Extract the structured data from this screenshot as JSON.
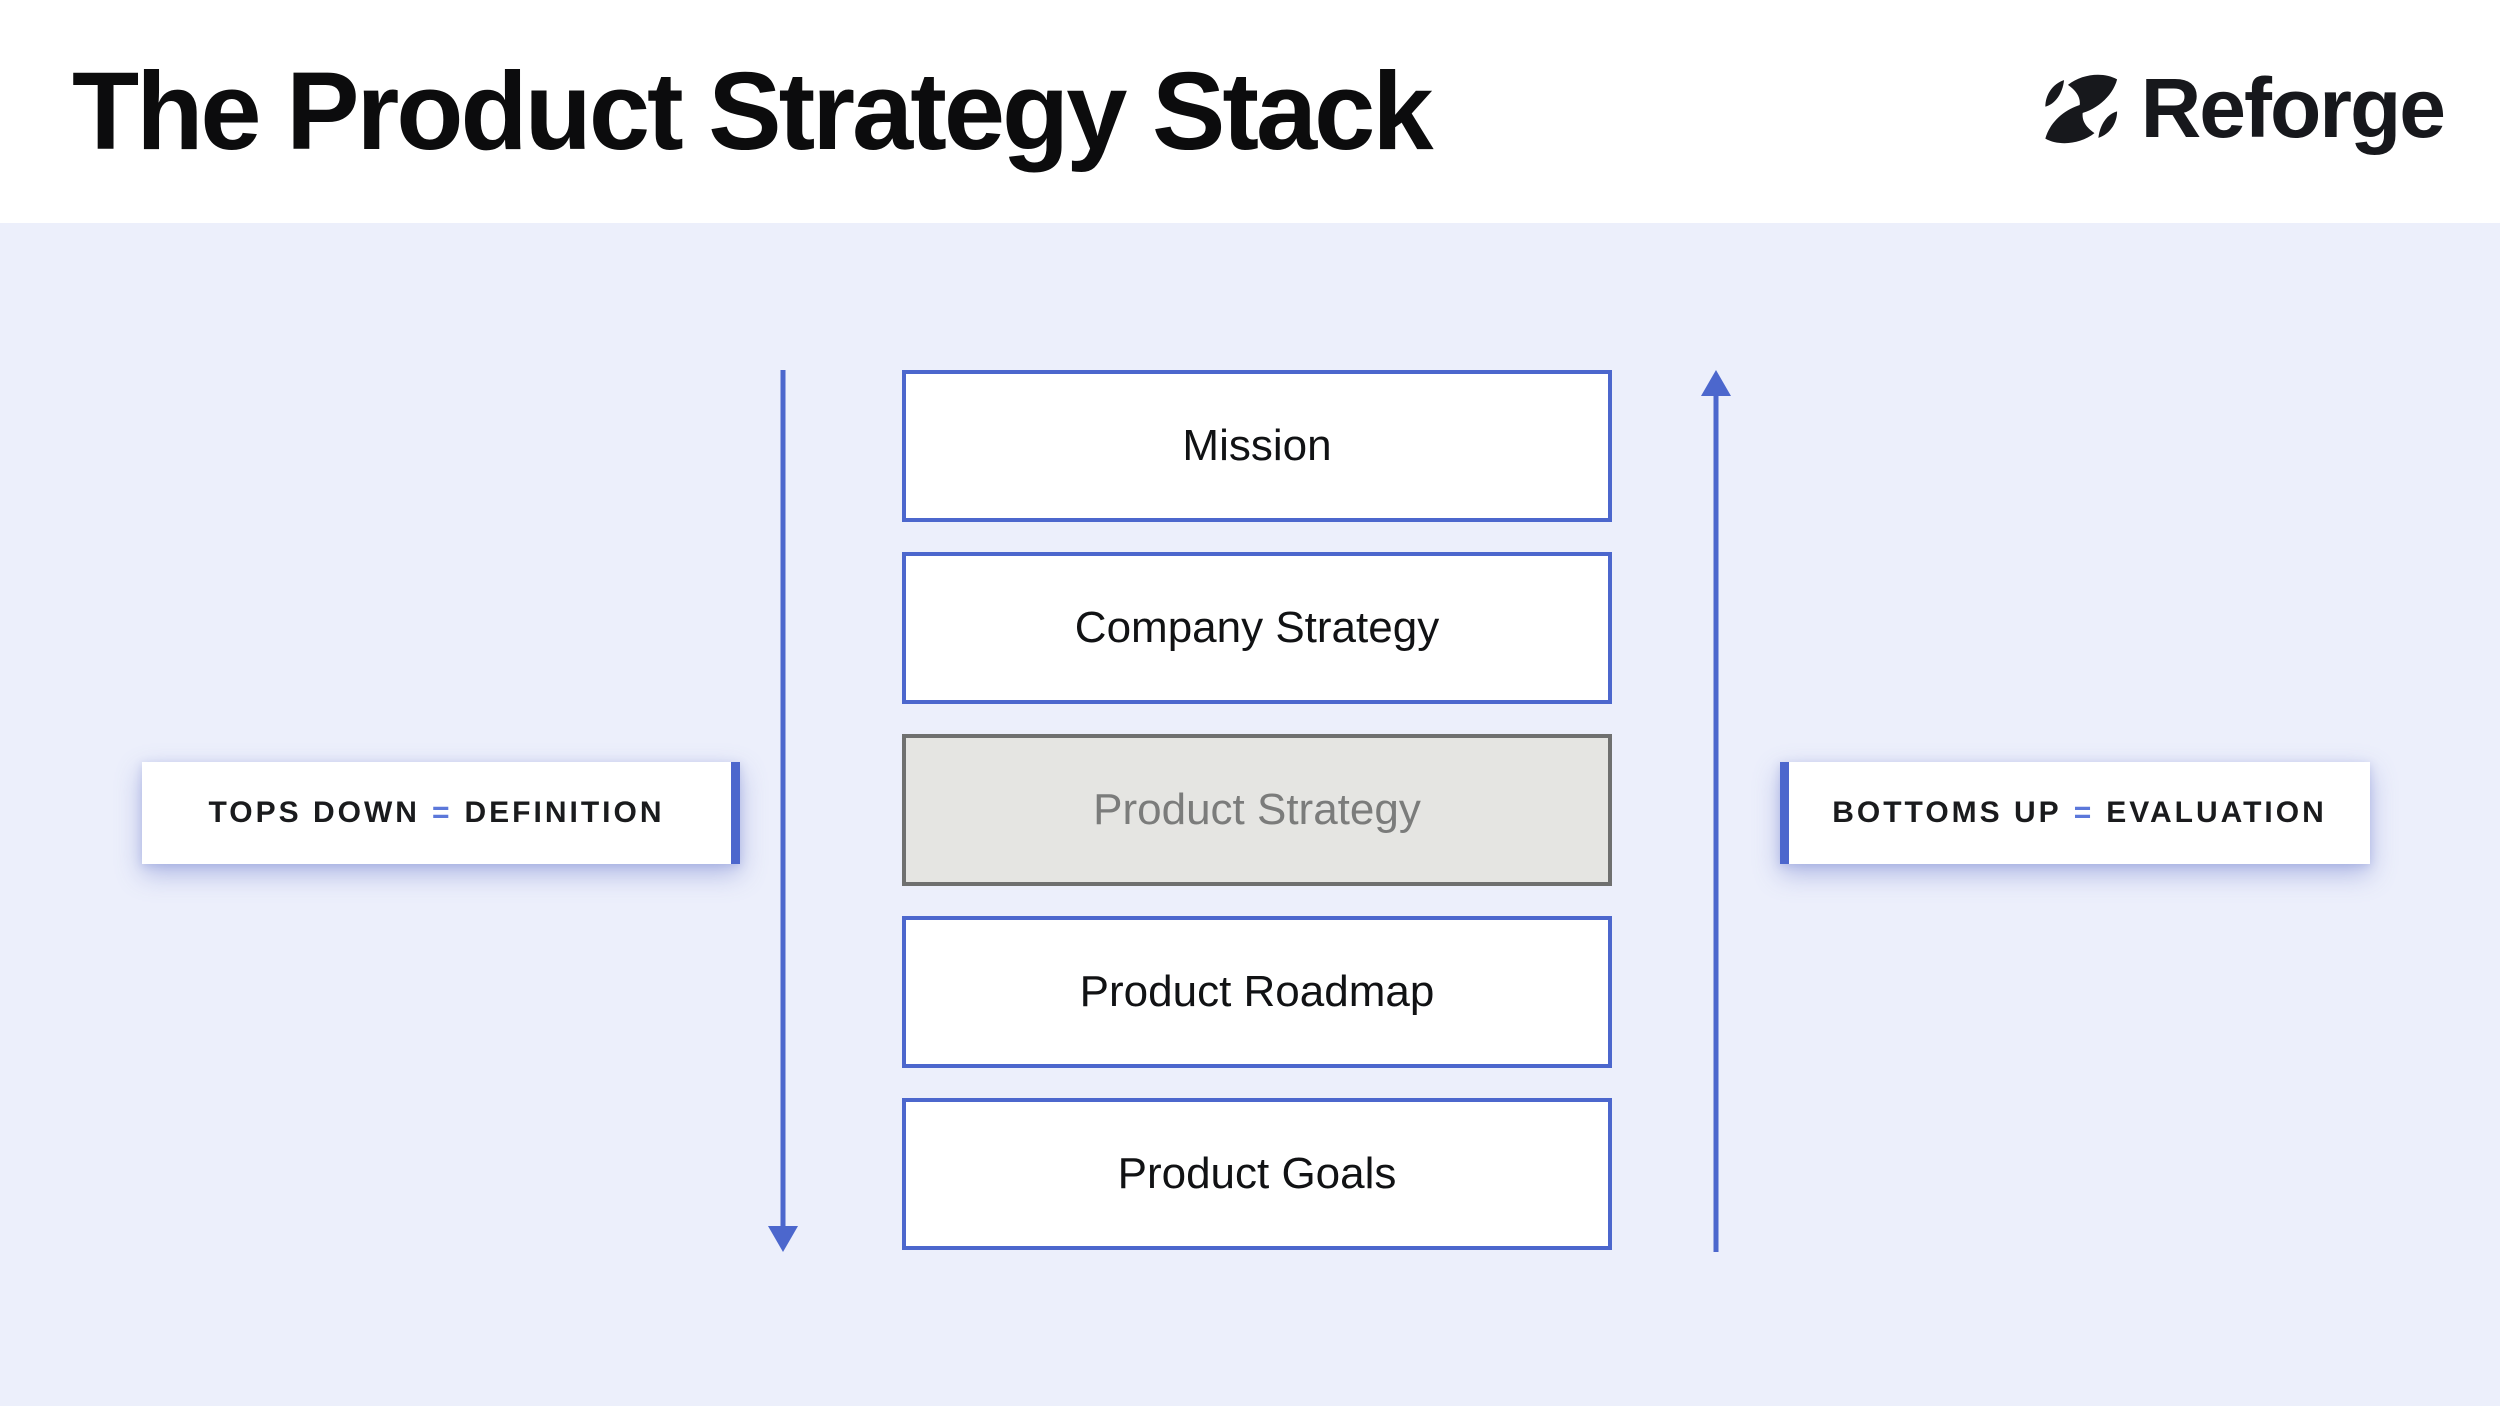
{
  "header": {
    "title": "The Product Strategy Stack",
    "logo": {
      "brand": "Reforge",
      "mark": "reforge-mark"
    }
  },
  "stack": {
    "boxes": [
      {
        "label": "Mission",
        "muted": false
      },
      {
        "label": "Company Strategy",
        "muted": false
      },
      {
        "label": "Product Strategy",
        "muted": true
      },
      {
        "label": "Product Roadmap",
        "muted": false
      },
      {
        "label": "Product Goals",
        "muted": false
      }
    ]
  },
  "side_labels": {
    "left": {
      "prefix": "TOPS DOWN",
      "equals": "=",
      "suffix": "DEFINITION",
      "arrow_direction": "down"
    },
    "right": {
      "prefix": "BOTTOMS UP",
      "equals": "=",
      "suffix": "EVALUATION",
      "arrow_direction": "up"
    }
  },
  "colors": {
    "background": "#ECEFFB",
    "header_background": "#FFFFFF",
    "accent_blue": "#4C67CD",
    "equals_blue": "#5C78DA",
    "muted_box_background": "#E5E5E2",
    "muted_box_border": "#6F706F",
    "muted_box_text": "#7B7C7B",
    "text_black": "#0C0C0D"
  }
}
